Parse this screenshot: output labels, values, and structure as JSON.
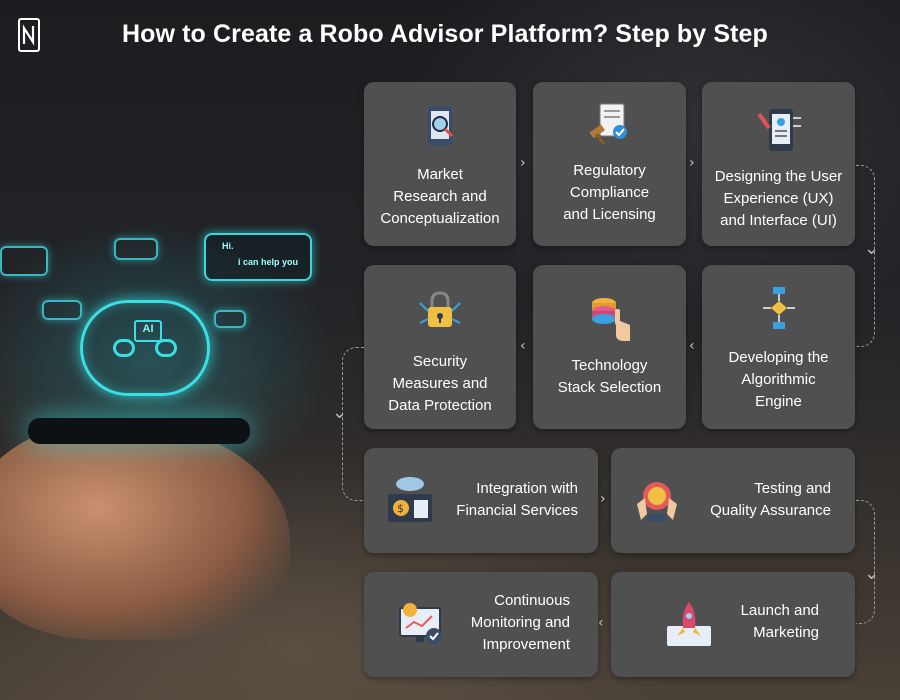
{
  "header": {
    "title": "How to Create a Robo Advisor Platform? Step by Step",
    "logo_icon": "brand-logo-icon"
  },
  "illustration": {
    "chat_greeting": "Hi.",
    "chat_message": "i can help you",
    "robot_badge": "AI"
  },
  "steps": [
    {
      "label": "Market\nResearch and\nConceptualization",
      "icon": "magnifier-phone-icon"
    },
    {
      "label": "Regulatory\nCompliance\nand Licensing",
      "icon": "gavel-document-icon"
    },
    {
      "label": "Designing the User\nExperience (UX)\nand Interface (UI)",
      "icon": "mobile-design-icon"
    },
    {
      "label": "Developing the\nAlgorithmic\nEngine",
      "icon": "flowchart-icon"
    },
    {
      "label": "Technology\nStack Selection",
      "icon": "database-stack-icon"
    },
    {
      "label": "Security\nMeasures and\nData Protection",
      "icon": "security-lock-icon"
    },
    {
      "label": "Integration with\nFinancial Services",
      "icon": "cloud-finance-icon"
    },
    {
      "label": "Testing and\nQuality Assurance",
      "icon": "quality-badge-icon"
    },
    {
      "label": "Launch and\nMarketing",
      "icon": "rocket-launch-icon"
    },
    {
      "label": "Continuous\nMonitoring and\nImprovement",
      "icon": "monitor-gear-icon"
    }
  ],
  "colors": {
    "card": "#505051",
    "accent_cyan": "#38e0e6",
    "text": "#ffffff"
  }
}
